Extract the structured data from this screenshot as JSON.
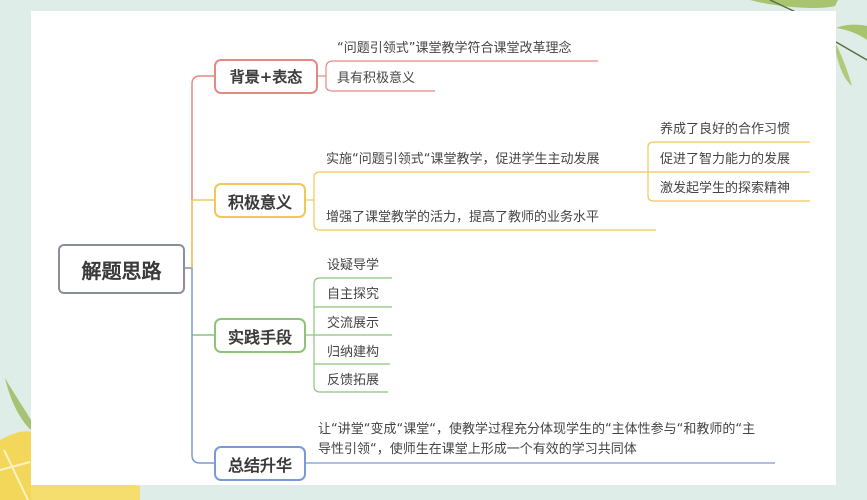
{
  "mindmap": {
    "root": {
      "label": "解题思路"
    },
    "branches": [
      {
        "label": "背景+表态",
        "color": "#e48a84",
        "children": [
          {
            "label": "“问题引领式”课堂教学符合课堂改革理念"
          },
          {
            "label": "具有积极意义"
          }
        ]
      },
      {
        "label": "积极意义",
        "color": "#f0c85a",
        "children": [
          {
            "label": "实施“问题引领式“课堂教学，促进学生主动发展",
            "children": [
              {
                "label": "养成了良好的合作习惯"
              },
              {
                "label": "促进了智力能力的发展"
              },
              {
                "label": "激发起学生的探索精神"
              }
            ]
          },
          {
            "label": "增强了课堂教学的活力，提高了教师的业务水平"
          }
        ]
      },
      {
        "label": "实践手段",
        "color": "#8cc47a",
        "children": [
          {
            "label": "设疑导学"
          },
          {
            "label": "自主探究"
          },
          {
            "label": "交流展示"
          },
          {
            "label": "归纳建构"
          },
          {
            "label": "反馈拓展"
          }
        ]
      },
      {
        "label": "总结升华",
        "color": "#7a9ad6",
        "children": [
          {
            "label": "让“讲堂“变成“课堂“，使教学过程充分体现学生的“主体性参与“和教师的“主导性引领“，使师生在课堂上形成一个有效的学习共同体"
          }
        ]
      }
    ]
  }
}
